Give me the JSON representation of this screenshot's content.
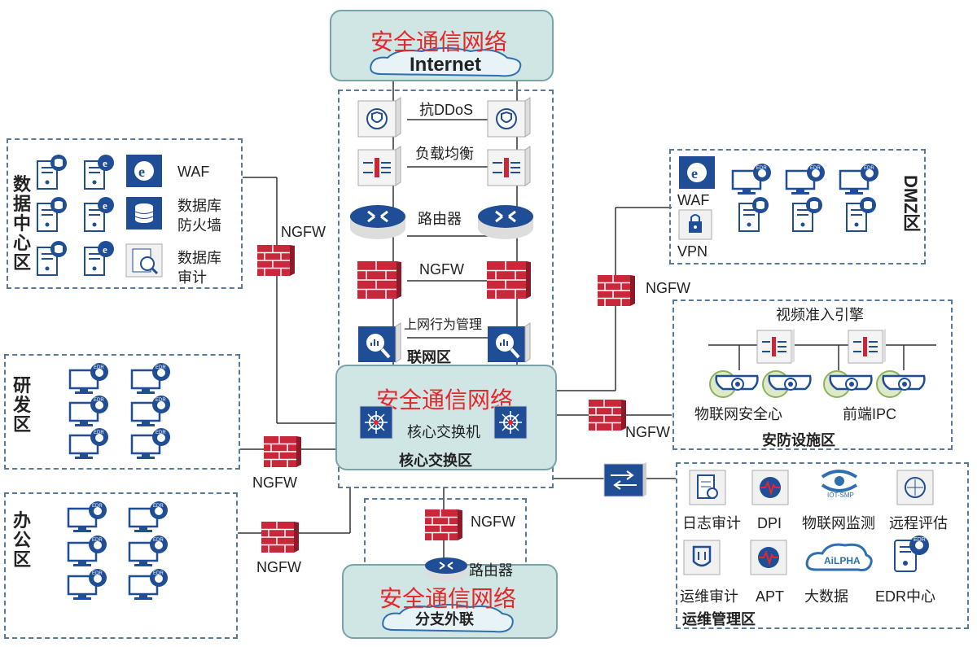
{
  "colors": {
    "firewall_red": "#c8283a",
    "device_blue": "#1f4e96",
    "cloud_fill": "#cfe6e4",
    "link_dark": "#333333",
    "zone_border": "#5a7a9a",
    "title_red": "#e8262b"
  },
  "internet_cloud": {
    "title": "安全通信网络",
    "label": "Internet"
  },
  "lianwang_zone": {
    "title": "联网区",
    "rows": [
      {
        "label": "抗DDoS",
        "icon": "ddos-shield-icon"
      },
      {
        "label": "负载均衡",
        "icon": "load-balancer-icon"
      },
      {
        "label": "路由器",
        "icon": "router-icon"
      },
      {
        "label": "NGFW",
        "icon": "firewall-icon"
      },
      {
        "label": "上网行为管理",
        "icon": "behavior-audit-icon"
      }
    ]
  },
  "core_zone": {
    "title": "安全通信网络",
    "switch_label": "核心交换机",
    "zone_label": "核心交换区"
  },
  "branch_cloud": {
    "title": "安全通信网络",
    "label": "分支外联"
  },
  "branch_link": {
    "ngfw": "NGFW",
    "router": "路由器"
  },
  "data_center": {
    "name": "数据中心区",
    "items": [
      "WAF",
      "数据库",
      "防火墙",
      "数据库",
      "审计"
    ],
    "ngfw": "NGFW"
  },
  "dev_zone": {
    "name": "研发区",
    "endpoint_badge": "EDR",
    "ngfw": "NGFW"
  },
  "office_zone": {
    "name": "办公区",
    "endpoint_badge": "EDR",
    "ngfw": "NGFW"
  },
  "dmz_zone": {
    "name": "DMZ区",
    "waf": "WAF",
    "vpn": "VPN",
    "endpoint_badge": "EDR",
    "ngfw": "NGFW"
  },
  "security_zone": {
    "name": "安防设施区",
    "engine": "视频准入引擎",
    "left_label": "物联网安全心",
    "right_label": "前端IPC",
    "ngfw": "NGFW"
  },
  "ops_zone": {
    "name": "运维管理区",
    "items": [
      "日志审计",
      "DPI",
      "物联网监测",
      "远程评估",
      "运维审计",
      "APT",
      "大数据",
      "EDR中心"
    ],
    "iot_caption": "IOT-SMP",
    "ailpha": "AiLPHA",
    "edr_badge": "EDR"
  }
}
